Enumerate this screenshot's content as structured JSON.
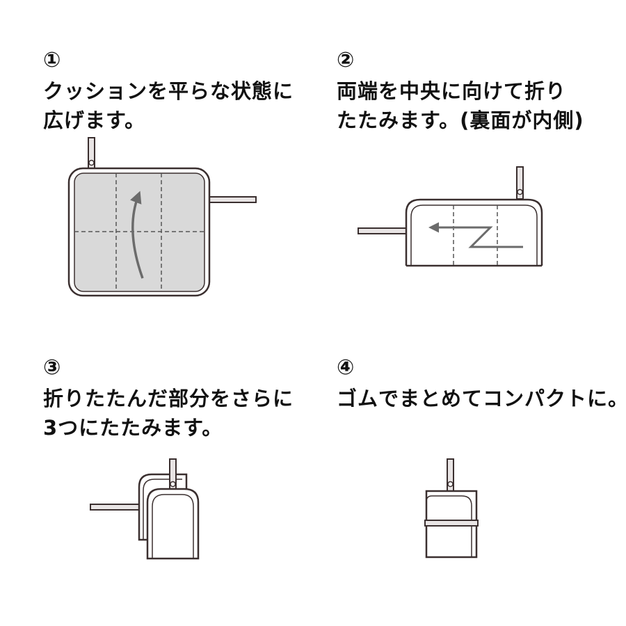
{
  "steps": [
    {
      "number": "①",
      "lines": [
        "クッションを平らな状態に",
        "広げます。"
      ]
    },
    {
      "number": "②",
      "lines": [
        "両端を中央に向けて折り",
        "たたみます。(裏面が内側)"
      ]
    },
    {
      "number": "③",
      "lines": [
        "折りたたんだ部分をさらに",
        "3つにたたみます。"
      ]
    },
    {
      "number": "④",
      "lines": [
        "ゴムでまとめてコンパクトに。"
      ]
    }
  ],
  "colors": {
    "outline": "#3a2f2f",
    "cushion_fill": "#d9d9d9",
    "strap_fill": "#e8e4e4",
    "arrow": "#6b6b6b",
    "fold_line": "#555555"
  },
  "icons": [
    "curved-arrow-icon",
    "zigzag-arrow-icon"
  ]
}
